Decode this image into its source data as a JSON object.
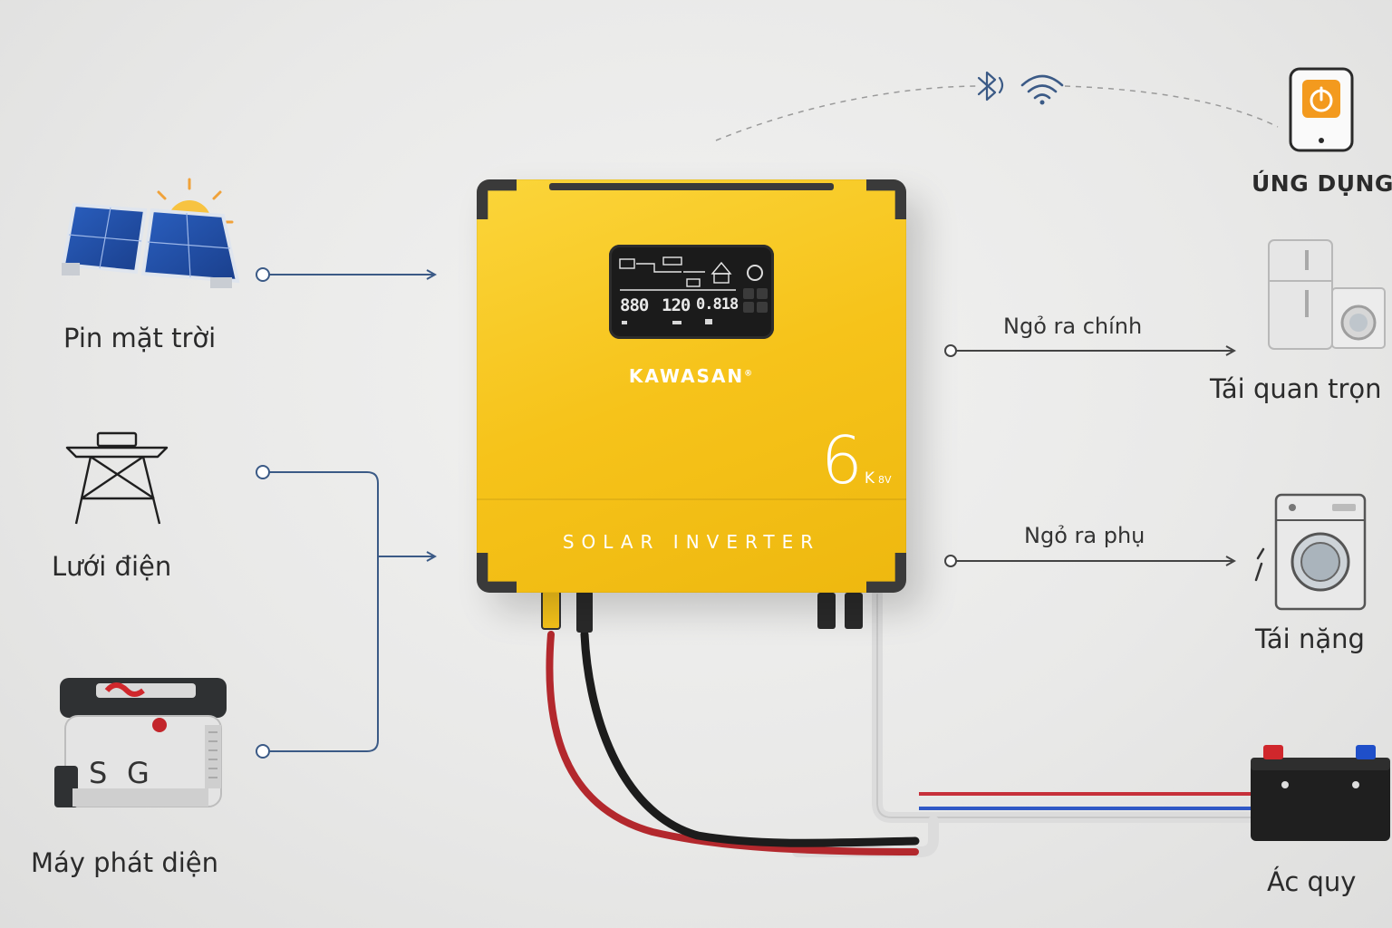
{
  "inputs": {
    "solar_label": "Pin mặt trời",
    "grid_label": "Lưới điện",
    "generator_label": "Máy phát diện"
  },
  "connectivity": {
    "icons": [
      "bluetooth-icon",
      "wifi-icon"
    ],
    "app_label": "ÚNG DỤNG"
  },
  "outputs": {
    "main_line_label": "Ngỏ ra chính",
    "main_load_label": "Tái quan trọn",
    "aux_line_label": "Ngỏ ra phụ",
    "aux_load_label": "Tái nặng",
    "battery_label": "Ác quy"
  },
  "inverter": {
    "brand": "KAWASAN",
    "brand_mark": "®",
    "product_line": "SOLAR INVERTER",
    "model_big": "6",
    "model_unit": "K",
    "model_sub": "8V",
    "display": {
      "left_reading": "880",
      "mid_reading": "120",
      "right_reading": "0.818"
    }
  },
  "generator_marks": {
    "left": "S",
    "right": "G"
  },
  "colors": {
    "inverter_yellow": "#f6c31a",
    "connector_blue": "#3b5a86",
    "app_orange": "#f39a1e",
    "cable_red": "#b3282d",
    "cable_black": "#1c1c1c",
    "battery_positive": "#d0272c",
    "battery_negative": "#1f4fc9"
  }
}
